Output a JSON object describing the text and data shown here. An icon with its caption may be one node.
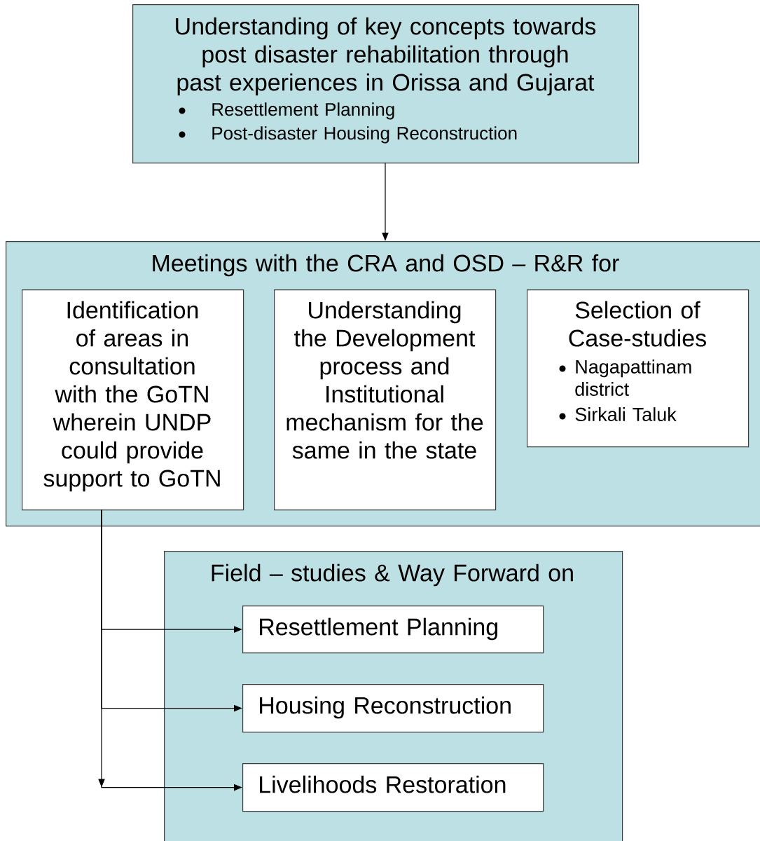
{
  "diagram": {
    "nodes": [
      {
        "text": [
          "Understanding of key concepts towards post disaster rehabilitation through past experiences in Orissa and Gujarat",
          "Resettlement Planning",
          "Post-disaster Housing Reconstruction"
        ]
      },
      {
        "text": [
          "Meetings with the CRA and OSD – R&R for"
        ]
      },
      {
        "text": [
          "Identification of areas in consultation with the GoTN wherein UNDP could provide support to GoTN"
        ],
        "in": 1
      },
      {
        "text": [
          "Understanding the Development process and Institutional mechanism for the same in the state"
        ],
        "in": 1
      },
      {
        "text": [
          "Selection of Case-studies",
          "Nagapattinam district",
          "Sirkali Taluk"
        ],
        "in": 1
      },
      {
        "text": [
          "Field – studies & Way Forward on"
        ]
      },
      {
        "text": [
          "Resettlement Planning"
        ],
        "in": 5
      },
      {
        "text": [
          "Housing Reconstruction"
        ],
        "in": 5
      },
      {
        "text": [
          "Livelihoods Restoration"
        ],
        "in": 5
      }
    ],
    "edges": [
      {
        "from": 0,
        "to": 1,
        "arrow": "to"
      },
      {
        "from": 2,
        "to": 6,
        "arrow": "to"
      },
      {
        "from": 2,
        "to": 7,
        "arrow": "to"
      },
      {
        "from": 2,
        "to": 8,
        "arrow": "to"
      }
    ]
  }
}
